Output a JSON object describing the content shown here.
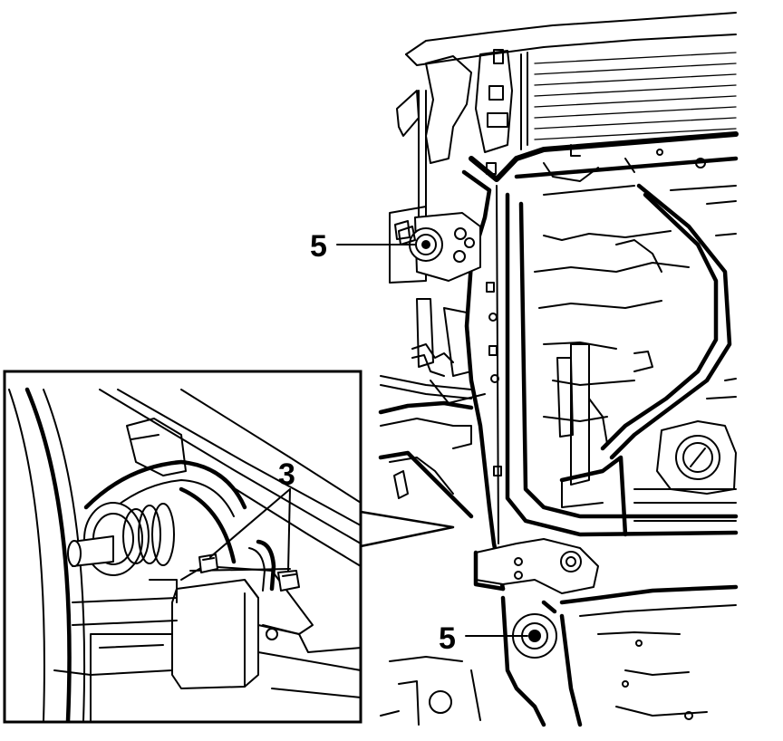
{
  "figure": {
    "callouts": {
      "upper_mount": "5",
      "lower_mount": "5",
      "inset_bolts": "3"
    }
  }
}
